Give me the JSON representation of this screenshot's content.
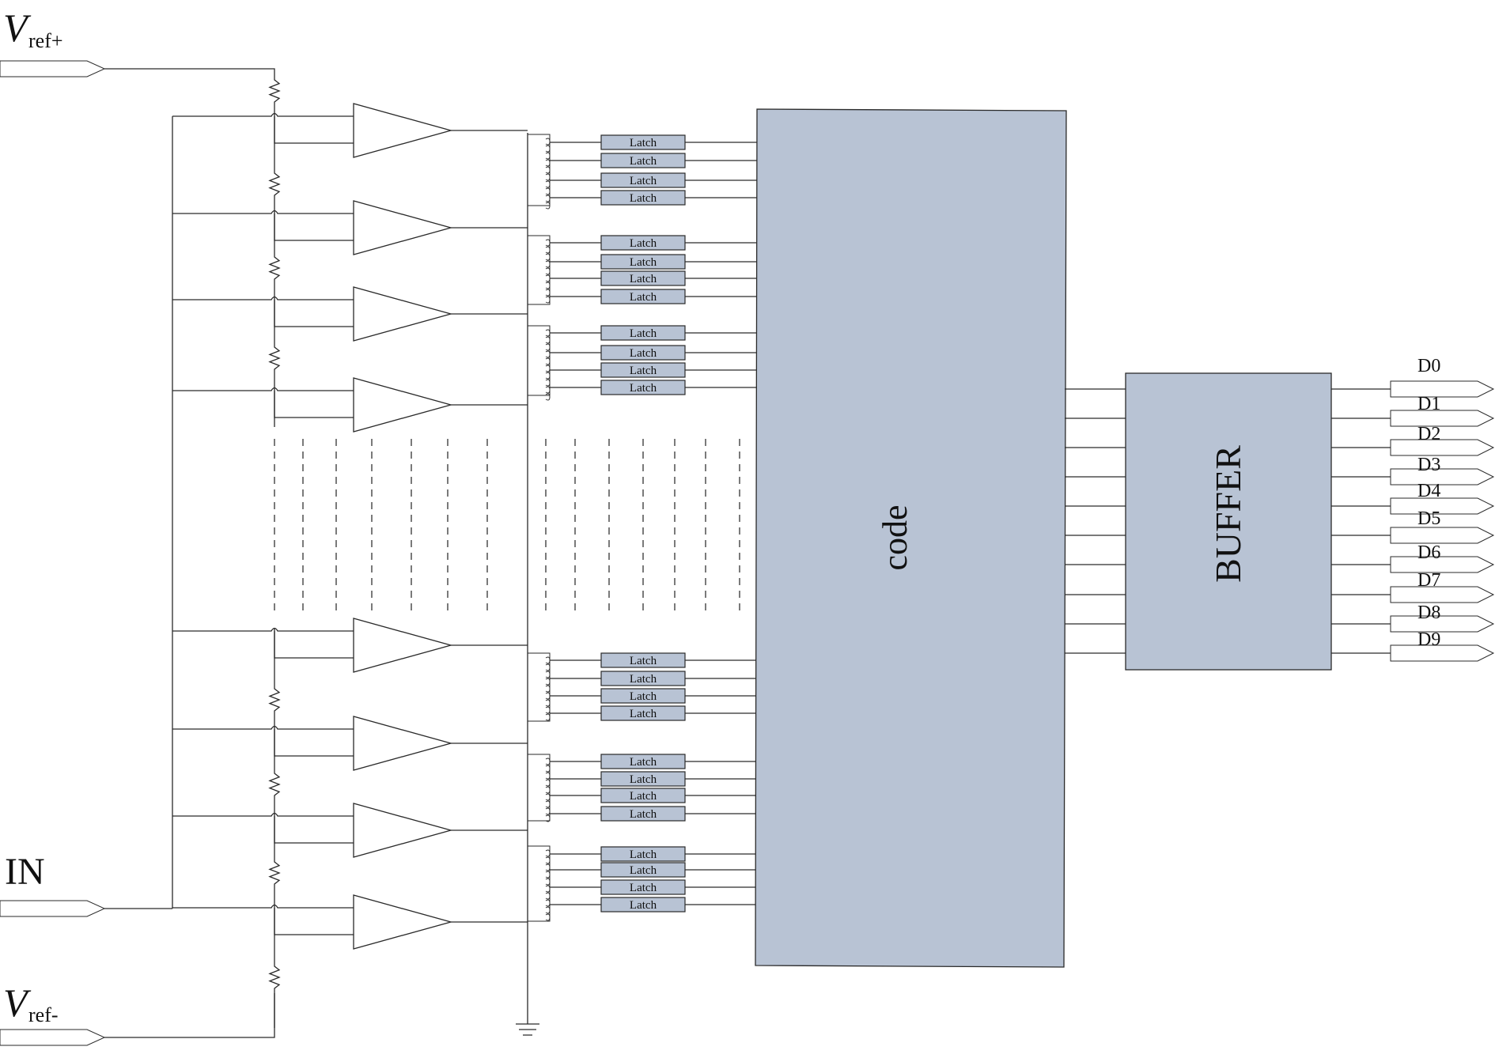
{
  "colors": {
    "block_fill": "#b8c3d4",
    "latch_fill": "#b8c3d4",
    "wire": "#2a2a2a"
  },
  "ports": {
    "vref_plus": {
      "main": "V",
      "sub": "ref+"
    },
    "vref_minus": {
      "main": "V",
      "sub": "ref-"
    },
    "input": "IN"
  },
  "latch_label": "Latch",
  "blocks": {
    "code": "code",
    "buffer": "BUFFER"
  },
  "outputs": [
    "D0",
    "D1",
    "D2",
    "D3",
    "D4",
    "D5",
    "D6",
    "D7",
    "D8",
    "D9"
  ],
  "comparator_count": 8,
  "latch_count": 24
}
